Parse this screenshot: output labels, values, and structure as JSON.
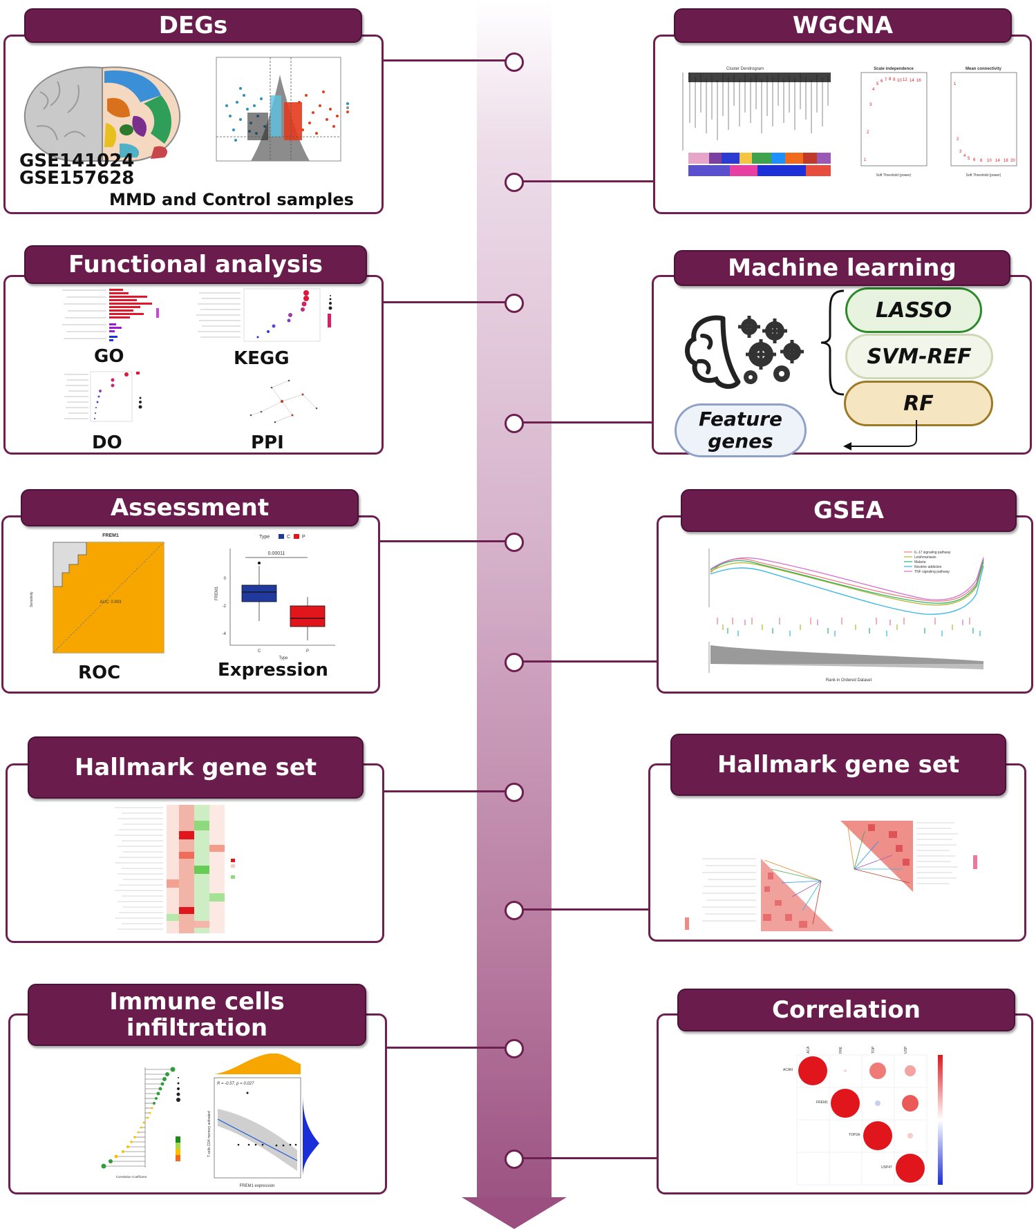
{
  "panels": {
    "degs": {
      "title": "DEGs",
      "datasets": [
        "GSE141024",
        "GSE157628"
      ],
      "samples": "MMD and Control samples"
    },
    "wgcna": {
      "title": "WGCNA",
      "plot1_title": "Cluster Dendrogram",
      "plot2_title": "Scale independence",
      "plot3_title": "Mean connectivity",
      "xlabel": "Soft Threshold (power)"
    },
    "functional": {
      "title": "Functional analysis",
      "labels": [
        "GO",
        "KEGG",
        "DO",
        "PPI"
      ]
    },
    "machine_learning": {
      "title": "Machine learning",
      "methods": [
        "LASSO",
        "SVM-REF",
        "RF"
      ],
      "result_line1": "Feature",
      "result_line2": "genes"
    },
    "assessment": {
      "title": "Assessment",
      "roc_label": "ROC",
      "expr_label": "Expression",
      "gene": "FREM1",
      "auc": "AUC: 0.903",
      "type_legend": "Type",
      "group_c": "C",
      "group_p": "P",
      "pvalue": "0.00011",
      "xlabel": "Type"
    },
    "gsea": {
      "title": "GSEA",
      "xlabel": "Rank in Ordered Dataset",
      "legend": [
        "IL-17 signaling pathway",
        "Leishmaniasis",
        "Malaria",
        "Nicotine addiction",
        "TNF signaling pathway"
      ]
    },
    "hallmark_left": {
      "title": "Hallmark gene set"
    },
    "hallmark_right": {
      "title": "Hallmark gene set"
    },
    "immune": {
      "title_line1": "Immune cells",
      "title_line2": "infiltration",
      "stat": "R = -0.57, p = 0.027",
      "xlabel": "FREM1 expression",
      "ylabel": "T cells CD4 memory activated",
      "lollipop_xlabel": "Correlation Coefficient"
    },
    "correlation": {
      "title": "Correlation",
      "genes": [
        "ACAN",
        "FREM1",
        "TOP2A",
        "USP47"
      ]
    }
  },
  "colors": {
    "header": "#6a1d4c",
    "border": "#6d1f4f",
    "orange": "#f7a600",
    "blue": "#1f3a9c",
    "red": "#e0161c"
  }
}
